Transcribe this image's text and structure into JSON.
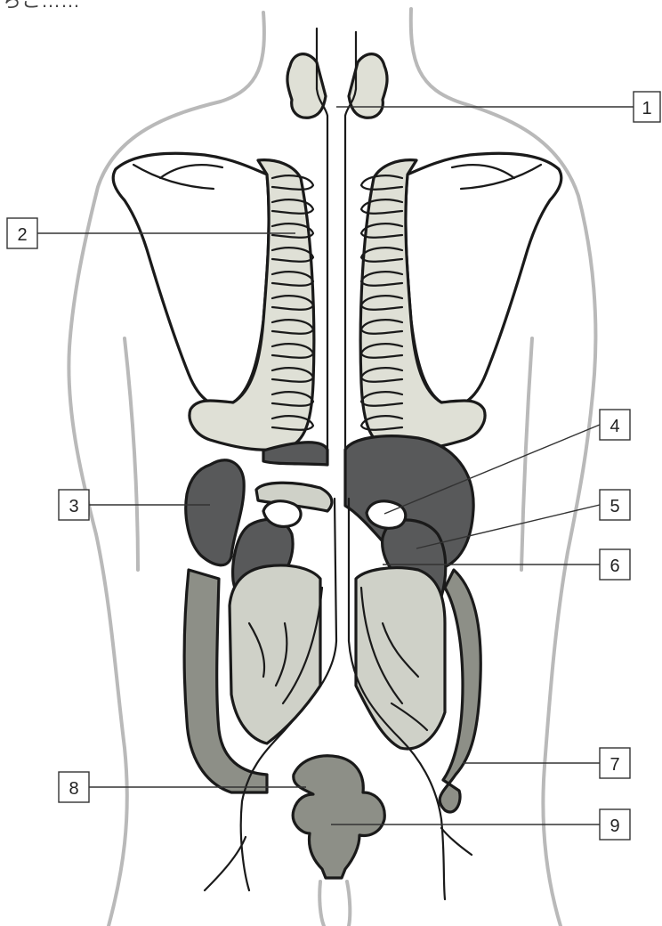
{
  "corner_text": "ちこ……",
  "labels": [
    {
      "id": "1",
      "text": "1"
    },
    {
      "id": "2",
      "text": "2"
    },
    {
      "id": "3",
      "text": "3"
    },
    {
      "id": "4",
      "text": "4"
    },
    {
      "id": "5",
      "text": "5"
    },
    {
      "id": "6",
      "text": "6"
    },
    {
      "id": "7",
      "text": "7"
    },
    {
      "id": "8",
      "text": "8"
    },
    {
      "id": "9",
      "text": "9"
    }
  ],
  "colors": {
    "body_outline": "#b9b9b9",
    "lung": "#cfd2c3",
    "dark_organ": "#58595a",
    "mid_organ": "#8d8f87",
    "light_organ": "#cfd1c8"
  }
}
